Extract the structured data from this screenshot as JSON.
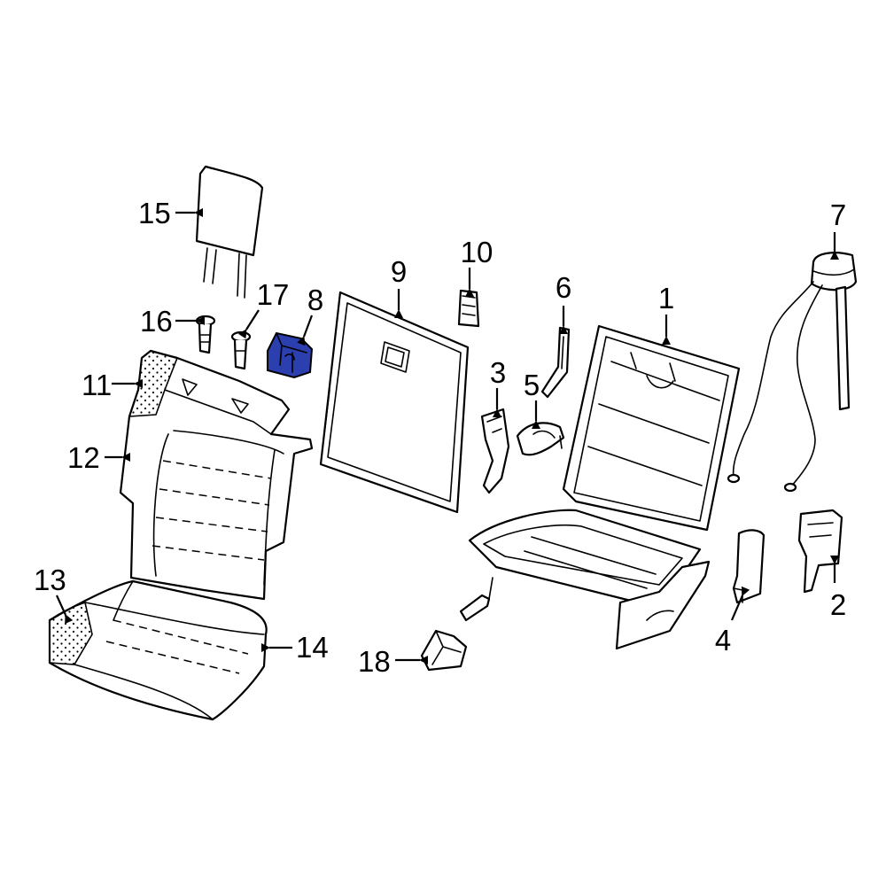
{
  "diagram": {
    "highlight_color": "#2b3fae",
    "callouts": [
      {
        "id": "p1",
        "label": "1"
      },
      {
        "id": "p2",
        "label": "2"
      },
      {
        "id": "p3",
        "label": "3"
      },
      {
        "id": "p4",
        "label": "4"
      },
      {
        "id": "p5",
        "label": "5"
      },
      {
        "id": "p6",
        "label": "6"
      },
      {
        "id": "p7",
        "label": "7"
      },
      {
        "id": "p8",
        "label": "8"
      },
      {
        "id": "p9",
        "label": "9"
      },
      {
        "id": "p10",
        "label": "10"
      },
      {
        "id": "p11",
        "label": "11"
      },
      {
        "id": "p12",
        "label": "12"
      },
      {
        "id": "p13",
        "label": "13"
      },
      {
        "id": "p14",
        "label": "14"
      },
      {
        "id": "p15",
        "label": "15"
      },
      {
        "id": "p16",
        "label": "16"
      },
      {
        "id": "p17",
        "label": "17"
      },
      {
        "id": "p18",
        "label": "18"
      }
    ]
  }
}
